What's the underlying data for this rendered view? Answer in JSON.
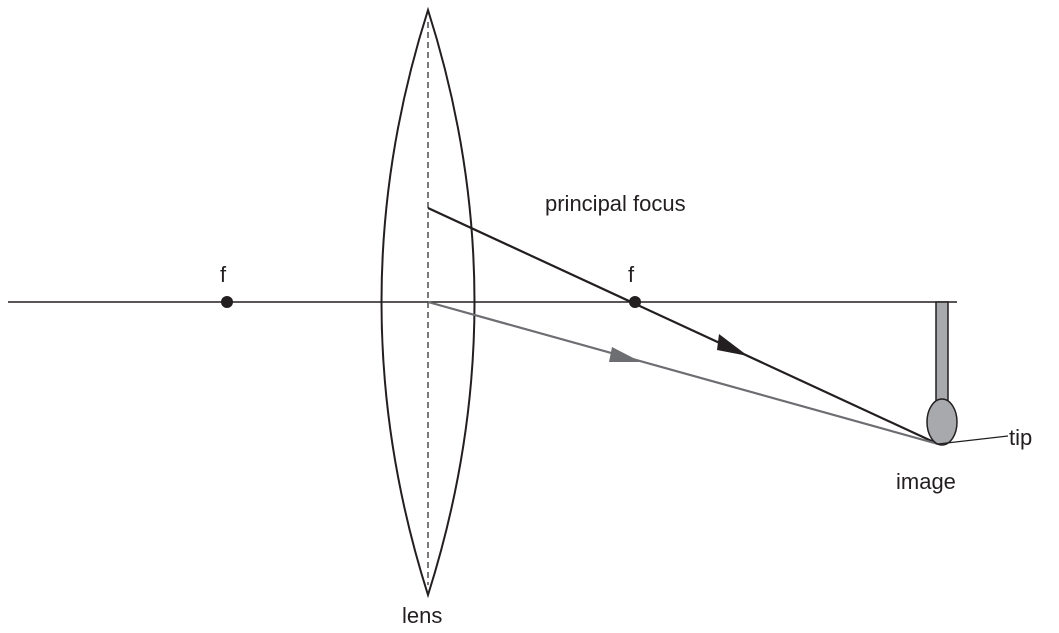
{
  "labels": {
    "principal_focus": "principal focus",
    "focal_left": "f",
    "focal_right": "f",
    "tip": "tip",
    "image": "image",
    "lens": "lens"
  },
  "colors": {
    "line": "#231f20",
    "ray_grey": "#6d6e71",
    "image_fill": "#a7a9ac"
  }
}
